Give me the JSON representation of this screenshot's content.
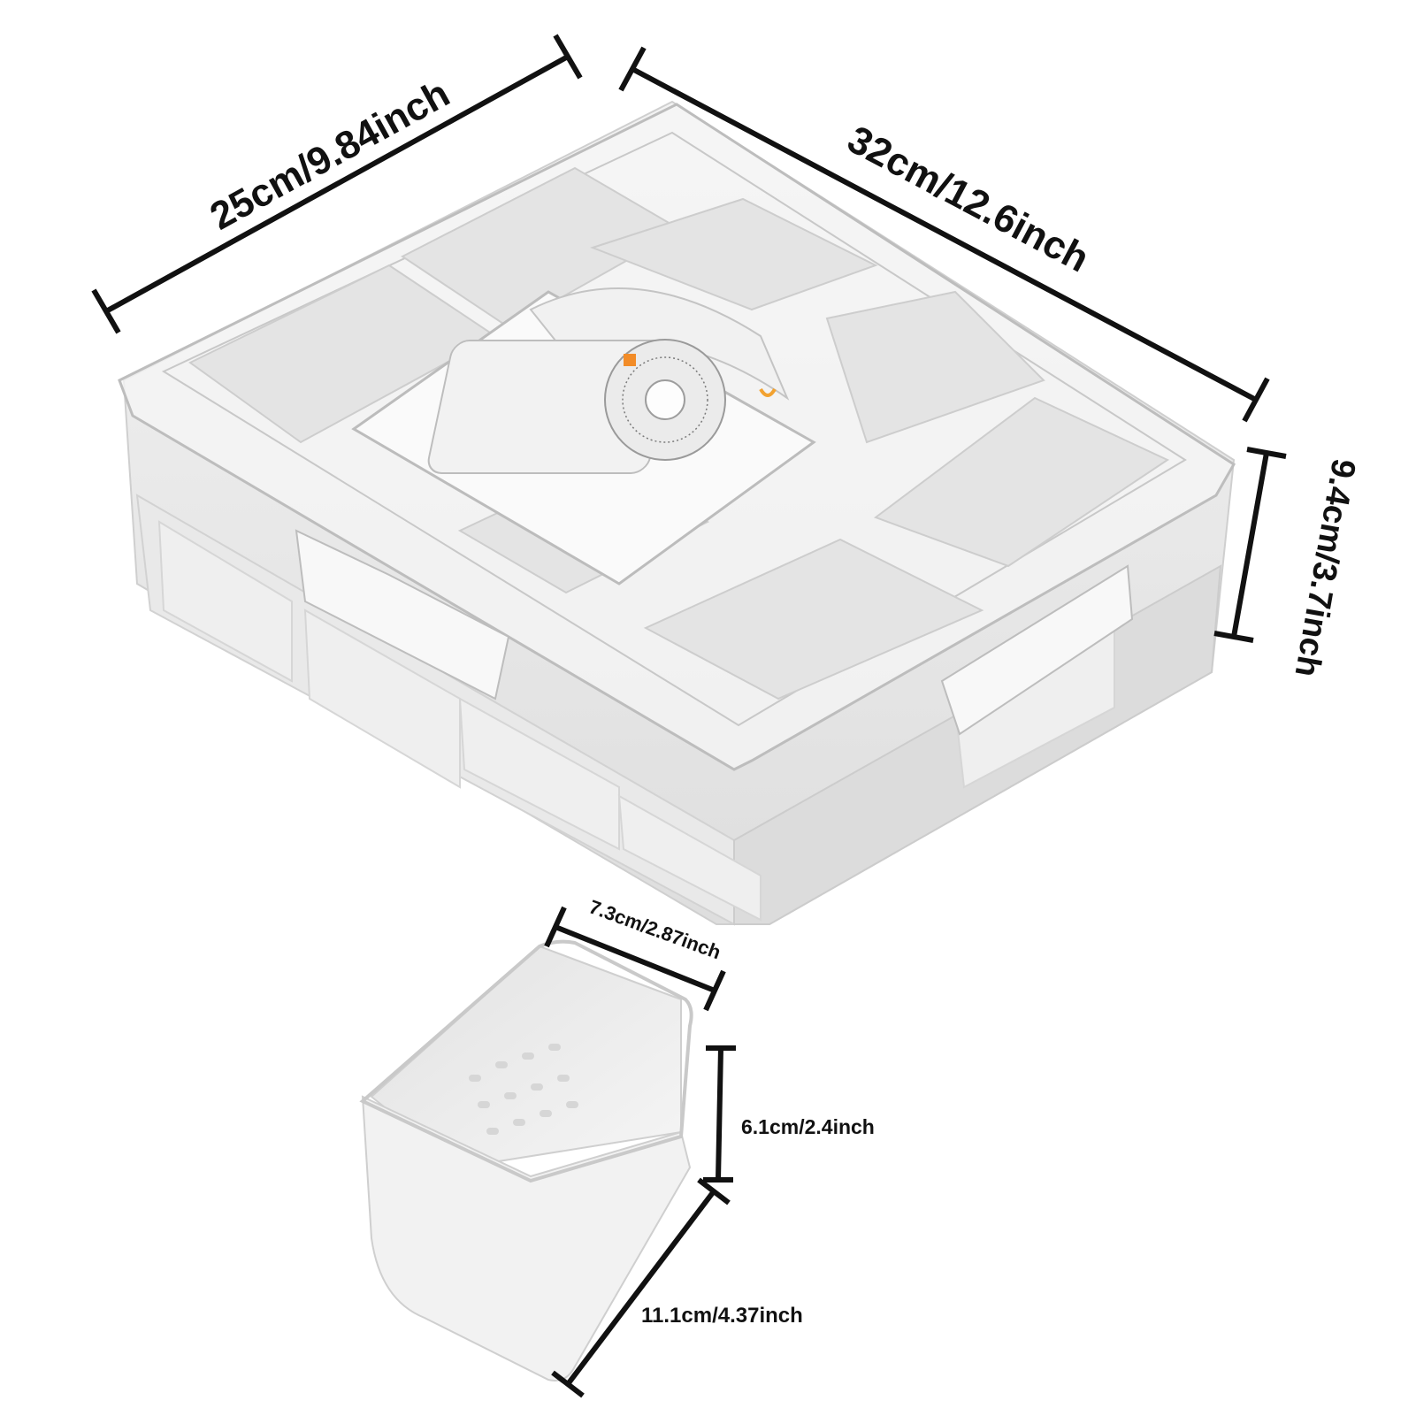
{
  "product": {
    "container_dimensions": {
      "width": "25cm/9.84inch",
      "length": "32cm/12.6inch",
      "height": "9.4cm/3.7inch"
    },
    "cup_dimensions": {
      "width": "7.3cm/2.87inch",
      "height": "6.1cm/2.4inch",
      "length": "11.1cm/4.37inch"
    },
    "colors": {
      "body": "#ededed",
      "compartment": "#e6e6e6",
      "lid": "#f4f4f4",
      "timer_accent_orange": "#f28c28",
      "dimension_line": "#111111"
    }
  }
}
